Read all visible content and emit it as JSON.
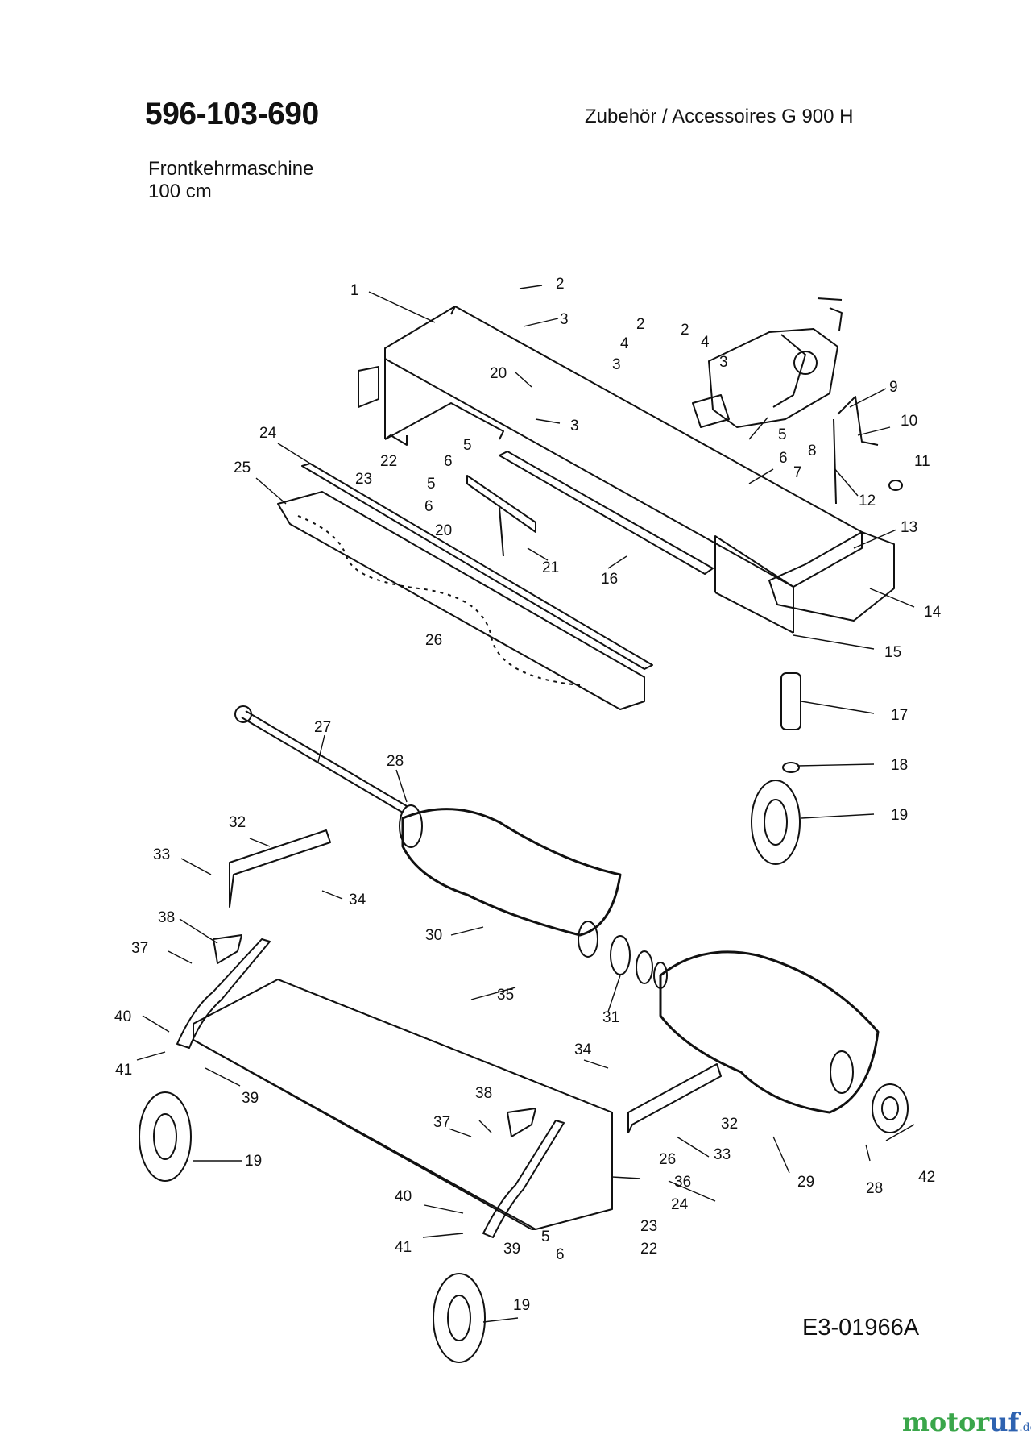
{
  "header": {
    "part_number": "596-103-690",
    "category": "Zubehör / Accessoires  G 900 H",
    "subtitle_line1": "Frontkehrmaschine",
    "subtitle_line2": "100 cm"
  },
  "footer": {
    "diagram_code": "E3-01966A",
    "watermark_main": "motor",
    "watermark_accent": "uf",
    "watermark_tld": ".de"
  },
  "callouts": [
    "1",
    "2",
    "3",
    "20",
    "3",
    "2",
    "2",
    "4",
    "4",
    "3",
    "3",
    "9",
    "10",
    "8",
    "11",
    "5",
    "6",
    "7",
    "12",
    "5",
    "6",
    "22",
    "23",
    "24",
    "25",
    "5",
    "6",
    "20",
    "21",
    "16",
    "13",
    "14",
    "26",
    "15",
    "17",
    "18",
    "19",
    "27",
    "28",
    "32",
    "33",
    "34",
    "38",
    "30",
    "37",
    "31",
    "35",
    "40",
    "41",
    "39",
    "34",
    "19",
    "38",
    "37",
    "32",
    "33",
    "29",
    "28",
    "42",
    "26",
    "36",
    "24",
    "40",
    "23",
    "5",
    "22",
    "41",
    "39",
    "6",
    "19"
  ],
  "colors": {
    "ink": "#111111",
    "watermark_green": "#3aa64a",
    "watermark_blue": "#2e62b0"
  }
}
